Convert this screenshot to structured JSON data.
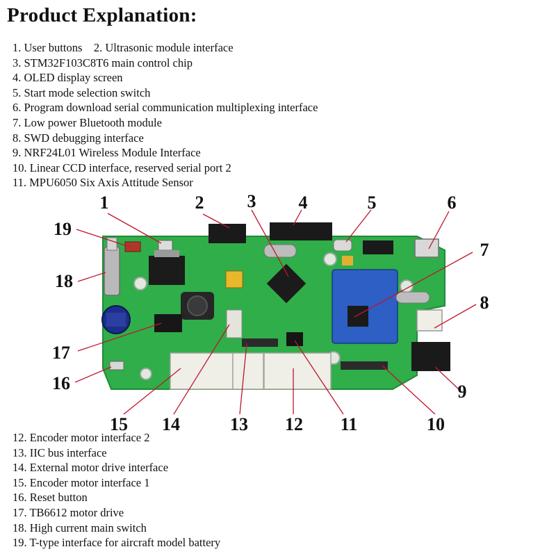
{
  "title": "Product Explanation:",
  "top_items": [
    "1. User buttons    2. Ultrasonic module interface",
    "3. STM32F103C8T6 main control chip",
    "4. OLED display screen",
    "5. Start mode selection switch",
    "6. Program download serial communication multiplexing interface",
    "7. Low power Bluetooth module",
    "8. SWD debugging interface",
    "9. NRF24L01 Wireless Module Interface",
    "10. Linear CCD interface, reserved serial port 2",
    "11. MPU6050 Six Axis Attitude Sensor"
  ],
  "bottom_items": [
    "12. Encoder motor interface 2",
    "13. IIC bus interface",
    "14. External motor drive interface",
    "15. Encoder motor interface 1",
    "16. Reset button",
    "17. TB6612 motor drive",
    "18. High current main switch",
    "19. T-type interface for aircraft model battery"
  ],
  "callouts": {
    "n1": "1",
    "n2": "2",
    "n3": "3",
    "n4": "4",
    "n5": "5",
    "n6": "6",
    "n7": "7",
    "n8": "8",
    "n9": "9",
    "n10": "10",
    "n11": "11",
    "n12": "12",
    "n13": "13",
    "n14": "14",
    "n15": "15",
    "n16": "16",
    "n17": "17",
    "n18": "18",
    "n19": "19"
  },
  "colors": {
    "pcb": "#2fae4a",
    "pcb_edge": "#1f8c37",
    "callout_line": "#c0152a",
    "header_black": "#1a1a1a",
    "connector_white": "#efefe8"
  }
}
